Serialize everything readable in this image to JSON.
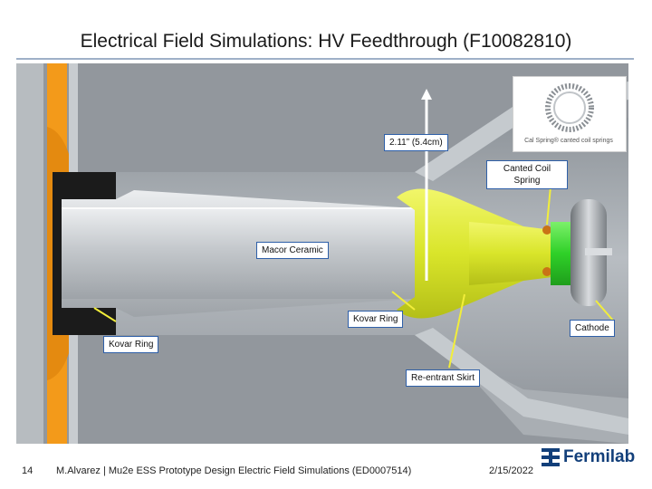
{
  "title": "Electrical Field Simulations: HV Feedthrough (F10082810)",
  "callouts": {
    "gap": "2.11” (5.4cm)",
    "canted_coil_spring_line1": "Canted Coil",
    "canted_coil_spring_line2": "Spring",
    "macor_ceramic": "Macor Ceramic",
    "kovar_ring_right": "Kovar Ring",
    "kovar_ring_left": "Kovar Ring",
    "cathode": "Cathode",
    "reentrant_skirt": "Re-entrant Skirt"
  },
  "spring_image_caption": "Cal Spring® canted coil springs",
  "footer": {
    "slide_number": "14",
    "citation": "M.Alvarez | Mu2e ESS Prototype Design Electric Field Simulations (ED0007514)",
    "date": "2/15/2022",
    "logo_text": "Fermilab"
  },
  "colors": {
    "flange_orange": "#f39a1a",
    "ceramic_grey": "#c9ccd0",
    "kovar_yellow": "#e6f02c",
    "cathode_green": "#33d62a",
    "callout_border": "#2e5fa8",
    "arrow_yellow": "#f2ee3a",
    "fermilab_blue": "#123f7a"
  }
}
